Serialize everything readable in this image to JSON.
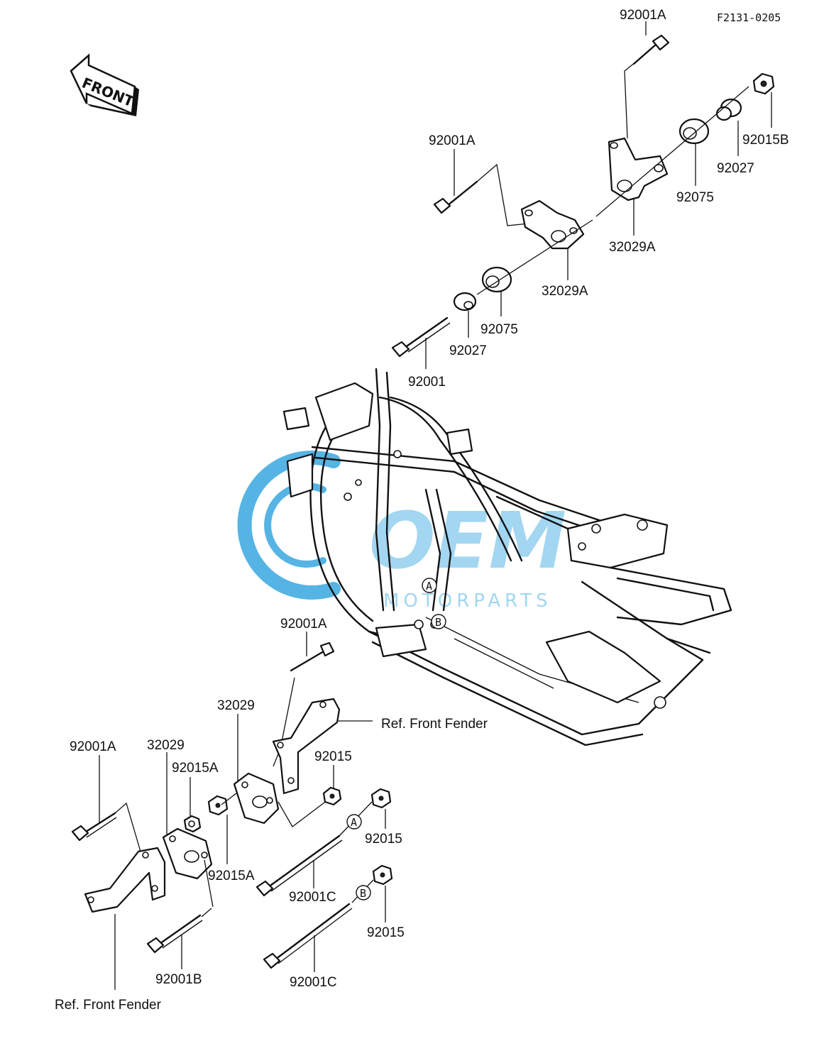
{
  "figure_code": "F2131-0205",
  "front_label": "FRONT",
  "watermark_text": "OEM",
  "watermark_sub": "MOTORPARTS",
  "colors": {
    "watermark": "#38a8e0",
    "ink": "#111111"
  },
  "ref_text": "Ref. Front Fender",
  "circle_markers": [
    "A",
    "B"
  ],
  "parts": {
    "p92001A_top": "92001A",
    "p92015B": "92015B",
    "p92001A_mid": "92001A",
    "p92027_right": "92027",
    "p92075_right": "92075",
    "p32029A_right": "32029A",
    "p32029A_left": "32029A",
    "p92075_left": "92075",
    "p92027_left": "92027",
    "p92001": "92001",
    "p92001A_lower": "92001A",
    "p32029_mid": "32029",
    "p92001A_left": "92001A",
    "p32029_left": "32029",
    "p92015A_upper": "92015A",
    "p92015_mid": "92015",
    "p92015_right": "92015",
    "p92015A_lower": "92015A",
    "p92001C_upper": "92001C",
    "p92015_lower": "92015",
    "p92001B": "92001B",
    "p92001C_lower": "92001C"
  }
}
